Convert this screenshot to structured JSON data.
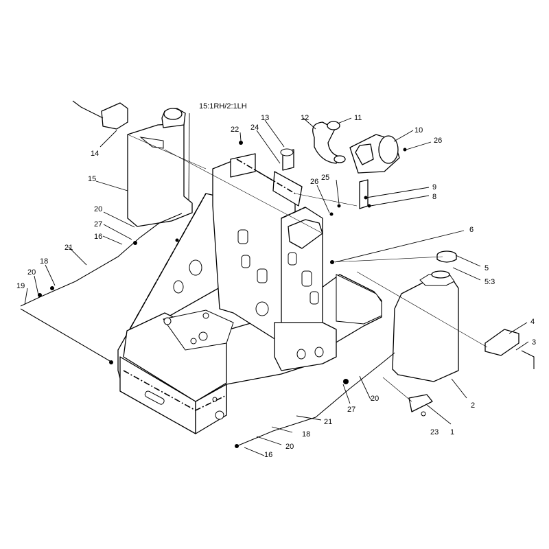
{
  "callouts": [
    {
      "id": "c1",
      "text": "1"
    },
    {
      "id": "c2",
      "text": "2"
    },
    {
      "id": "c3",
      "text": "3"
    },
    {
      "id": "c4",
      "text": "4"
    },
    {
      "id": "c5",
      "text": "5"
    },
    {
      "id": "c5_3",
      "text": "5:3"
    },
    {
      "id": "c6",
      "text": "6"
    },
    {
      "id": "c8",
      "text": "8"
    },
    {
      "id": "c9",
      "text": "9"
    },
    {
      "id": "c10",
      "text": "10"
    },
    {
      "id": "c11",
      "text": "11"
    },
    {
      "id": "c12",
      "text": "12"
    },
    {
      "id": "c13",
      "text": "13"
    },
    {
      "id": "c14",
      "text": "14"
    },
    {
      "id": "c15",
      "text": "15"
    },
    {
      "id": "c15rh",
      "text": "15:1RH/2:1LH"
    },
    {
      "id": "c16a",
      "text": "16"
    },
    {
      "id": "c16b",
      "text": "16"
    },
    {
      "id": "c18a",
      "text": "18"
    },
    {
      "id": "c18b",
      "text": "18"
    },
    {
      "id": "c19",
      "text": "19"
    },
    {
      "id": "c20a",
      "text": "20"
    },
    {
      "id": "c20b",
      "text": "20"
    },
    {
      "id": "c20c",
      "text": "20"
    },
    {
      "id": "c20d",
      "text": "20"
    },
    {
      "id": "c21a",
      "text": "21"
    },
    {
      "id": "c21b",
      "text": "21"
    },
    {
      "id": "c22",
      "text": "22"
    },
    {
      "id": "c23",
      "text": "23"
    },
    {
      "id": "c24",
      "text": "24"
    },
    {
      "id": "c25",
      "text": "25"
    },
    {
      "id": "c26a",
      "text": "26"
    },
    {
      "id": "c26b",
      "text": "26"
    },
    {
      "id": "c27a",
      "text": "27"
    },
    {
      "id": "c27b",
      "text": "27"
    }
  ]
}
